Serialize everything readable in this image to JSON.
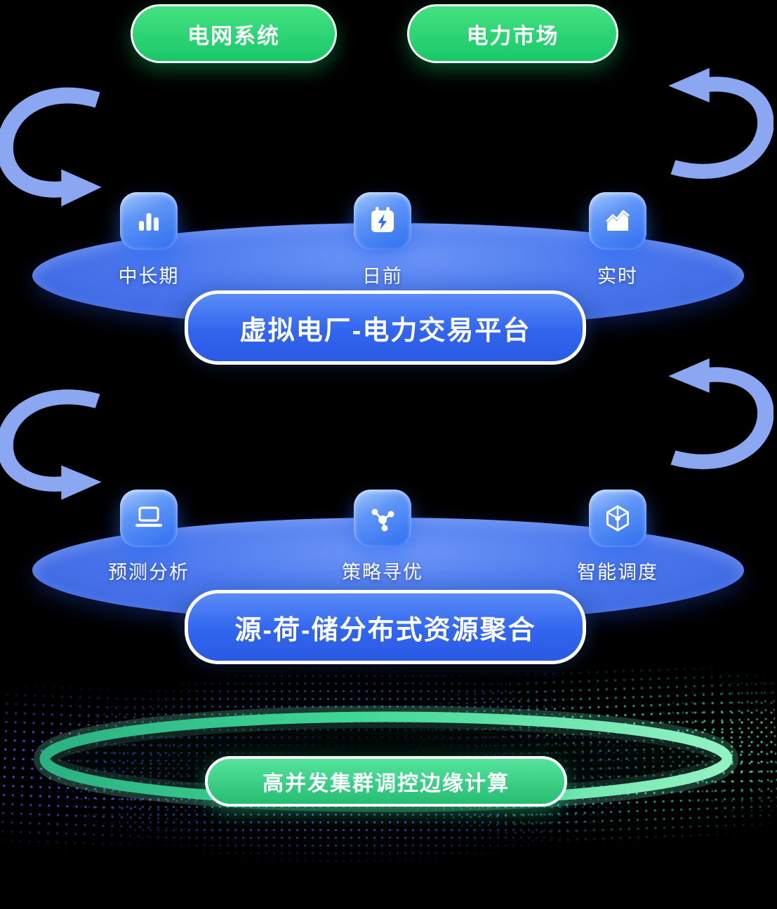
{
  "header": {
    "pills": [
      {
        "label": "电网系统"
      },
      {
        "label": "电力市场"
      }
    ]
  },
  "trading_layer": {
    "title": "虚拟电厂-电力交易平台",
    "items": [
      {
        "icon": "bar-chart-icon",
        "label": "中长期"
      },
      {
        "icon": "calendar-bolt-icon",
        "label": "日前"
      },
      {
        "icon": "trend-chart-icon",
        "label": "实时"
      }
    ]
  },
  "aggregation_layer": {
    "title": "源-荷-储分布式资源聚合",
    "items": [
      {
        "icon": "laptop-icon",
        "label": "预测分析"
      },
      {
        "icon": "network-node-icon",
        "label": "策略寻优"
      },
      {
        "icon": "blockchain-cube-icon",
        "label": "智能调度"
      }
    ]
  },
  "edge_layer": {
    "title": "高并发集群调控边缘计算"
  },
  "colors": {
    "background": "#000000",
    "green_pill": "#2fd072",
    "blue_disc": "#4b79ee",
    "blue_pill": "#3165ee",
    "arrow": "#8ba7f2",
    "ring_green": "#3fd795"
  }
}
